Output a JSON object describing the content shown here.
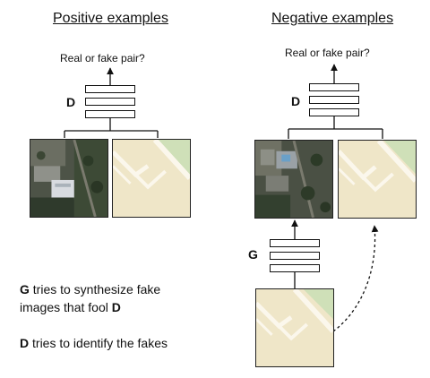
{
  "left_panel": {
    "title": "Positive examples",
    "question": "Real or fake pair?",
    "discriminator": "D"
  },
  "right_panel": {
    "title": "Negative examples",
    "question": "Real or fake pair?",
    "discriminator": "D",
    "generator": "G"
  },
  "caption": {
    "line1_bold": "G",
    "line1_rest": " tries to synthesize fake",
    "line2_rest": "images that fool ",
    "line2_bold": "D",
    "line3_bold": "D",
    "line3_rest": " tries to identify the fakes"
  },
  "colors": {
    "map_bg": "#efe6c8",
    "map_road": "#fbf7ec",
    "map_green": "#cfe0b8",
    "aerial": "#5a5f52"
  }
}
